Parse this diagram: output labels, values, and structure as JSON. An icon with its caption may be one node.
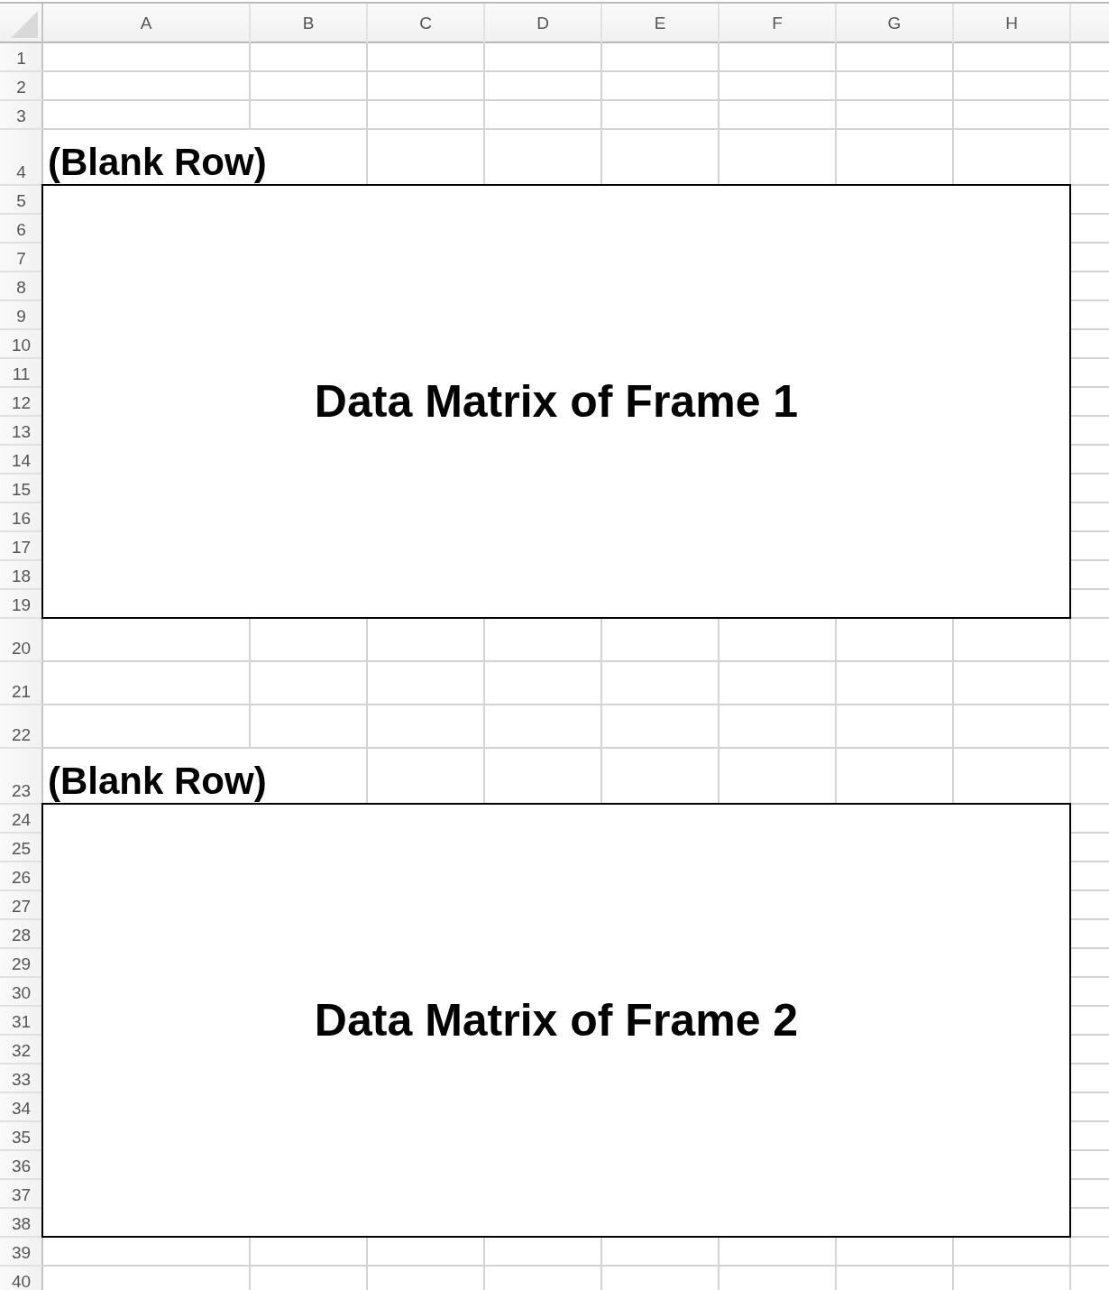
{
  "diagram": {
    "nodes": [
      {
        "text": [
          "Data Matrix of Frame 1"
        ]
      },
      {
        "text": [
          "Data Matrix of Frame 2"
        ]
      }
    ],
    "labels": [
      "A",
      "B",
      "C",
      "D",
      "E",
      "F",
      "G",
      "H",
      "1",
      "2",
      "3",
      "4",
      "(Blank Row)",
      "5",
      "6",
      "7",
      "8",
      "9",
      "10",
      "11",
      "12",
      "13",
      "14",
      "15",
      "16",
      "17",
      "18",
      "19",
      "20",
      "21",
      "22",
      "23",
      "(Blank Row)",
      "24",
      "25",
      "26",
      "27",
      "28",
      "29",
      "30",
      "31",
      "32",
      "33",
      "34",
      "35",
      "36",
      "37",
      "38",
      "39",
      "40"
    ]
  }
}
